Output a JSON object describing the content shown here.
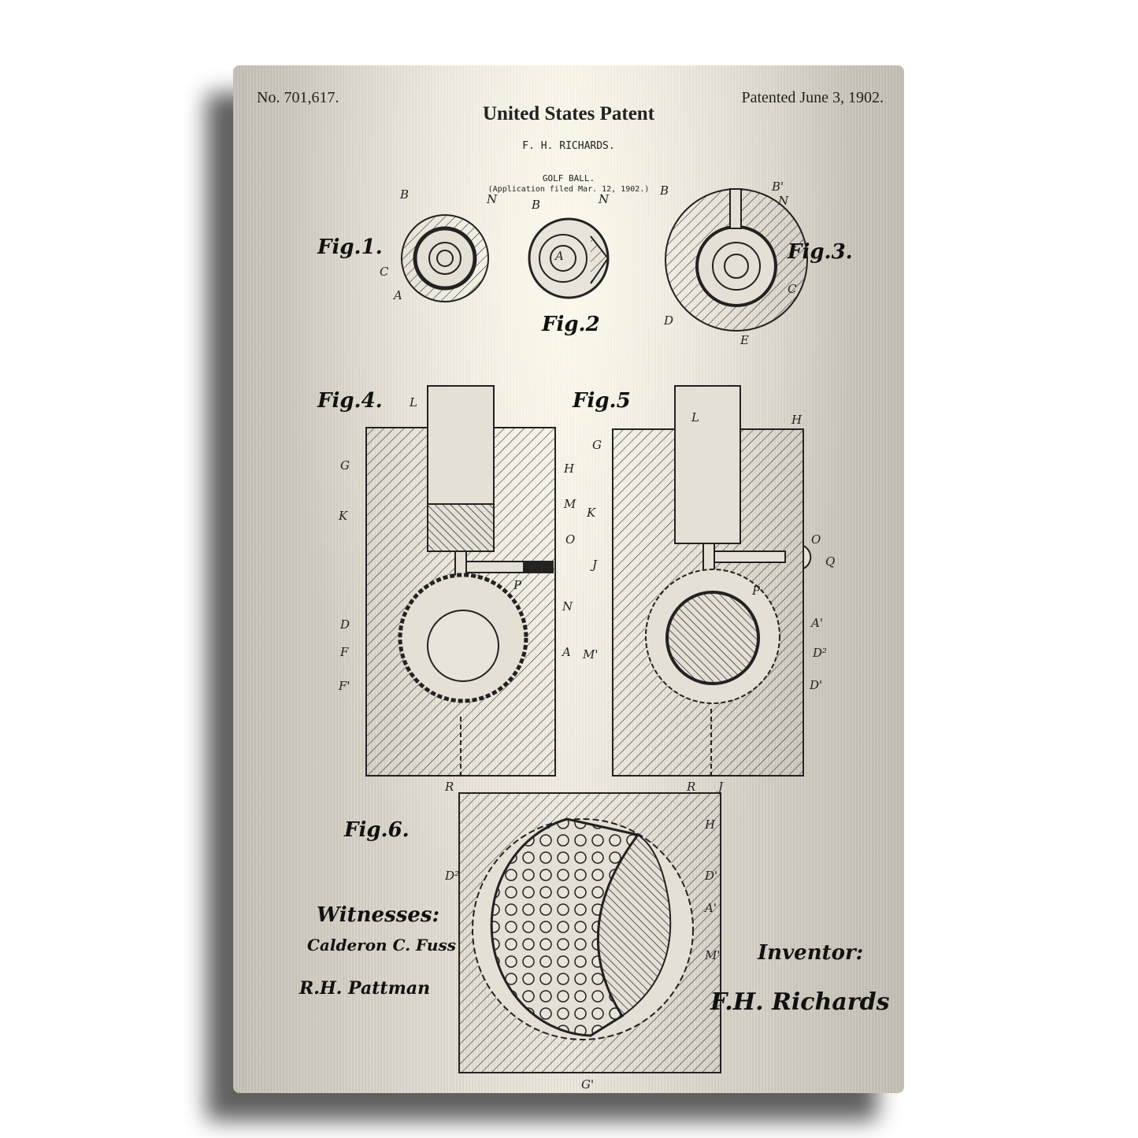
{
  "header": {
    "patent_number": "No. 701,617.",
    "patent_date": "Patented June 3, 1902.",
    "title": "United States Patent",
    "inventor_name": "F. H. RICHARDS.",
    "invention": "GOLF BALL.",
    "application": "(Application filed Mar. 12, 1902.)"
  },
  "figures": {
    "fig1": "Fig.1.",
    "fig2": "Fig.2",
    "fig3": "Fig.3.",
    "fig4": "Fig.4.",
    "fig5": "Fig.5",
    "fig6": "Fig.6."
  },
  "labels": [
    "B",
    "N",
    "C",
    "A",
    "B",
    "N",
    "A",
    "B",
    "B'",
    "N",
    "C",
    "D",
    "E",
    "L",
    "G",
    "H",
    "K",
    "M",
    "O",
    "P",
    "N",
    "D",
    "F",
    "F'",
    "A",
    "L",
    "H",
    "G",
    "K",
    "J",
    "O",
    "Q",
    "P",
    "A'",
    "M'",
    "D²",
    "D'",
    "R",
    "R",
    "J",
    "H",
    "D²",
    "D'",
    "A'",
    "M'",
    "G'"
  ],
  "footer": {
    "witnesses_label": "Witnesses:",
    "witness1": "Calderon C. Fuss",
    "witness2": "R.H. Pattman",
    "inventor_label": "Inventor:",
    "inventor_signature": "F.H. Richards"
  }
}
